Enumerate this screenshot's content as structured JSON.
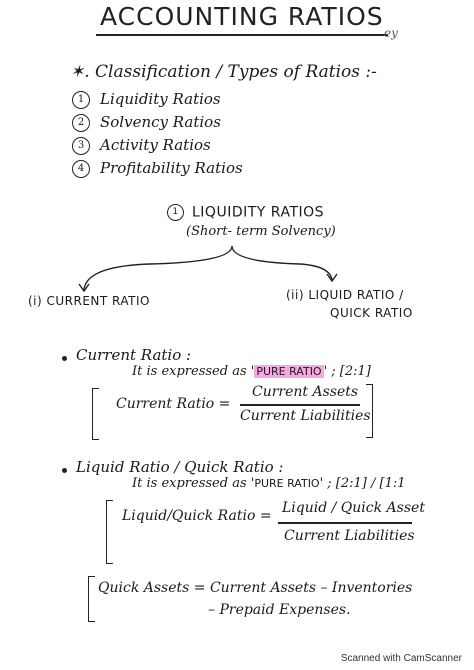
{
  "title": "ACCOUNTING RATIOS",
  "signature": "ey",
  "classification": {
    "heading": "✶. Classification / Types of Ratios :-",
    "items": [
      {
        "num": "1",
        "label": "Liquidity Ratios"
      },
      {
        "num": "2",
        "label": "Solvency Ratios"
      },
      {
        "num": "3",
        "label": "Activity Ratios"
      },
      {
        "num": "4",
        "label": "Profitability Ratios"
      }
    ]
  },
  "liquidity": {
    "num": "1",
    "heading": "LIQUIDITY RATIOS",
    "subheading": "(Short- term Solvency)",
    "branch_left": "(i) CURRENT RATIO",
    "branch_right_line1": "(ii) LIQUID RATIO /",
    "branch_right_line2": "QUICK RATIO"
  },
  "current_ratio": {
    "title": "Current Ratio :",
    "desc_prefix": "It is expressed as '",
    "desc_highlight": "PURE RATIO",
    "desc_suffix": "' ; [2:1]",
    "lhs": "Current Ratio  =",
    "numerator": "Current Assets",
    "denominator": "Current Liabilities"
  },
  "quick_ratio": {
    "title": "Liquid Ratio / Quick Ratio :",
    "desc_prefix": "It is expressed as '",
    "desc_caps": "PURE RATIO",
    "desc_suffix": "' ; [2:1] / [1:1",
    "lhs": "Liquid/Quick Ratio  =",
    "numerator": "Liquid / Quick Asset",
    "denominator": "Current Liabilities"
  },
  "quick_assets": {
    "line1": "Quick Assets = Current Assets – Inventories",
    "line2": "– Prepaid Expenses."
  },
  "footer": "Scanned with CamScanner"
}
